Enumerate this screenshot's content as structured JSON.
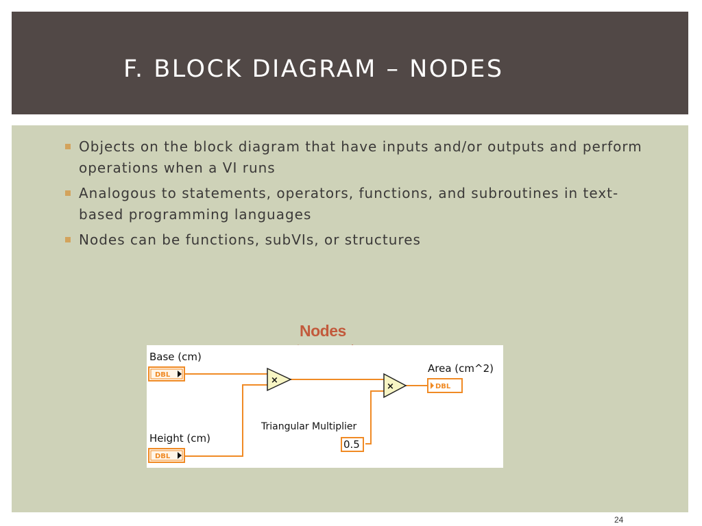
{
  "slide": {
    "title": "F. BLOCK DIAGRAM – NODES",
    "bullets": [
      "Objects on the block diagram that have inputs and/or outputs and perform operations when a VI runs",
      "Analogous to statements, operators, functions, and subroutines in text-based programming languages",
      "Nodes can be functions, subVIs, or structures"
    ],
    "page_number": "24"
  },
  "diagram": {
    "callout": "Nodes",
    "labels": {
      "base": "Base (cm)",
      "height": "Height (cm)",
      "area": "Area (cm^2)",
      "triangular": "Triangular Multiplier"
    },
    "terminal_type": "DBL",
    "constant": "0.5",
    "multiply_symbol": "×"
  },
  "colors": {
    "header_bg": "#514846",
    "content_bg": "#ced2b8",
    "bullet": "#d3a35c",
    "wire": "#f08a24",
    "callout": "#c25a3c",
    "node_fill": "#f7f5c4"
  }
}
